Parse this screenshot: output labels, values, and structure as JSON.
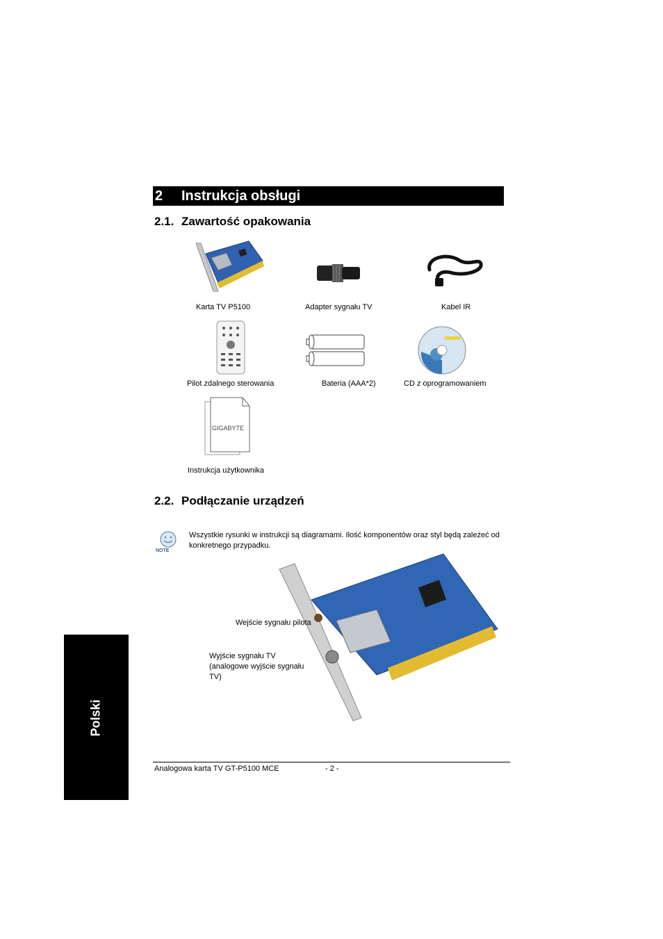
{
  "section": {
    "number": "2",
    "title": "Instrukcja obsługi"
  },
  "sub1": {
    "number": "2.1.",
    "title": "Zawartość opakowania"
  },
  "package_items": [
    {
      "label": "Karta TV P5100",
      "icon": "tv-card-icon"
    },
    {
      "label": "Adapter sygnału TV",
      "icon": "tv-adapter-icon"
    },
    {
      "label": "Kabel IR",
      "icon": "ir-cable-icon"
    },
    {
      "label": "Pilot zdalnego sterowania",
      "icon": "remote-control-icon"
    },
    {
      "label": "Bateria (AAA*2)",
      "icon": "battery-icon"
    },
    {
      "label": "CD z oprogramowaniem",
      "icon": "cd-icon"
    },
    {
      "label": "Instrukcja użytkownika",
      "icon": "manual-icon",
      "logo_text": "GIGABYTE"
    }
  ],
  "sub2": {
    "number": "2.2.",
    "title": "Podłączanie urządzeń"
  },
  "note": {
    "icon": "note-icon",
    "icon_text": "NOTE",
    "text": "Wszystkie rysunki w instrukcji są diagramami. Ilość komponentów oraz styl będą zależeć od konkretnego przypadku."
  },
  "diagram": {
    "remote_input_label": "Wejście sygnału pilota",
    "tv_output_label": "Wyjście sygnału TV (analogowe wyjście sygnału TV)"
  },
  "footer": {
    "product": "Analogowa karta TV GT-P5100 MCE",
    "page": "- 2 -"
  },
  "side_tab": "Polski"
}
